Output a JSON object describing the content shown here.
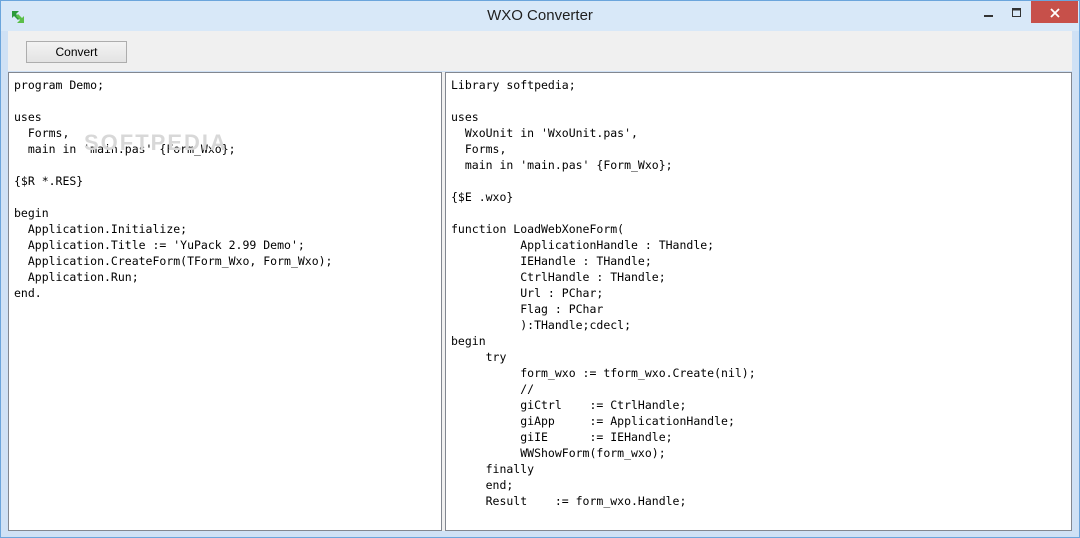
{
  "window": {
    "title": "WXO Converter",
    "accent_color": "#6ba5dc",
    "close_color": "#c7504a",
    "icons": [
      "app-icon",
      "minimize-icon",
      "maximize-icon",
      "close-icon"
    ]
  },
  "toolbar": {
    "convert_label": "Convert"
  },
  "left_pane": {
    "watermark": "SOFTPEDIA",
    "code": "program Demo;\n\nuses\n  Forms,\n  main in 'main.pas' {Form_Wxo};\n\n{$R *.RES}\n\nbegin\n  Application.Initialize;\n  Application.Title := 'YuPack 2.99 Demo';\n  Application.CreateForm(TForm_Wxo, Form_Wxo);\n  Application.Run;\nend."
  },
  "right_pane": {
    "code": "Library softpedia;\n\nuses\n  WxoUnit in 'WxoUnit.pas',\n  Forms,\n  main in 'main.pas' {Form_Wxo};\n\n{$E .wxo}\n\nfunction LoadWebXoneForm(\n          ApplicationHandle : THandle;\n          IEHandle : THandle;\n          CtrlHandle : THandle;\n          Url : PChar;\n          Flag : PChar\n          ):THandle;cdecl;\nbegin\n     try\n          form_wxo := tform_wxo.Create(nil);\n          //\n          giCtrl    := CtrlHandle;\n          giApp     := ApplicationHandle;\n          giIE      := IEHandle;\n          WWShowForm(form_wxo);\n     finally\n     end;\n     Result    := form_wxo.Handle;"
  }
}
